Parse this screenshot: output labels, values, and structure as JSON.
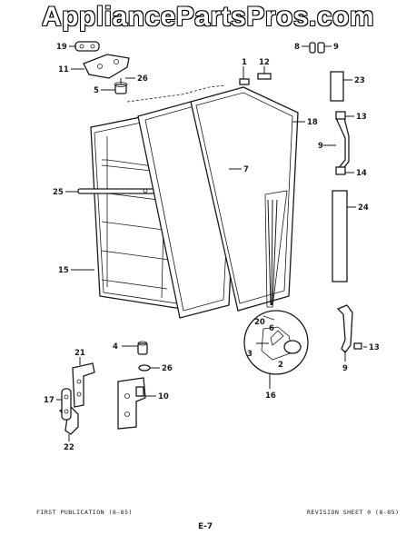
{
  "watermark": "AppliancePartsPros.com",
  "callouts": {
    "p1": "1",
    "p2": "2",
    "p3": "3",
    "p4": "4",
    "p5": "5",
    "p6": "6",
    "p7": "7",
    "p8": "8",
    "p9a": "9",
    "p9b": "9",
    "p9c": "9",
    "p10": "10",
    "p11": "11",
    "p12": "12",
    "p13a": "13",
    "p13b": "13",
    "p14": "14",
    "p15": "15",
    "p16": "16",
    "p17": "17",
    "p18": "18",
    "p19": "19",
    "p20": "20",
    "p21": "21",
    "p22": "22",
    "p23": "23",
    "p24": "24",
    "p25": "25",
    "p26a": "26",
    "p26b": "26"
  },
  "footer": {
    "left": "FIRST PUBLICATION (8-85)",
    "right": "REVISION SHEET 0 (8-85)",
    "page_number": "E-7"
  }
}
